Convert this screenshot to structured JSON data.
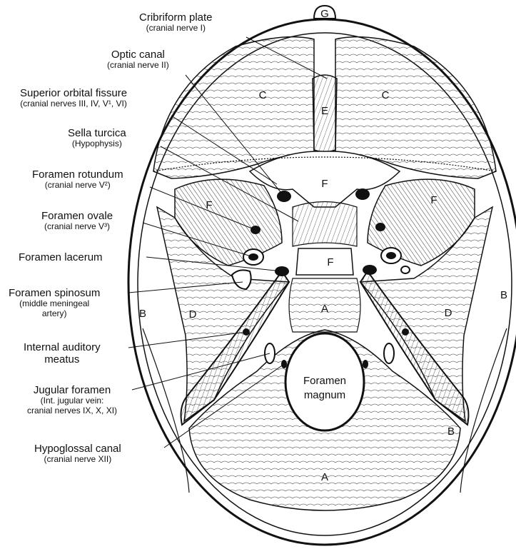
{
  "labels": {
    "cribriform": {
      "main": "Cribriform plate",
      "sub": "(cranial nerve I)"
    },
    "optic": {
      "main": "Optic canal",
      "sub": "(cranial nerve II)"
    },
    "sup_orbital": {
      "main": "Superior orbital fissure",
      "sub": "(cranial nerves III, IV, V¹, VI)"
    },
    "sella": {
      "main": "Sella turcica",
      "sub": "(Hypophysis)"
    },
    "rotundum": {
      "main": "Foramen rotundum",
      "sub": "(cranial nerve V²)"
    },
    "ovale": {
      "main": "Foramen ovale",
      "sub": "(cranial nerve V³)"
    },
    "lacerum": {
      "main": "Foramen lacerum",
      "sub": ""
    },
    "spinosum": {
      "main": "Foramen spinosum",
      "sub": "(middle meningeal",
      "sub2": "artery)"
    },
    "auditory": {
      "main": "Internal auditory",
      "sub": "meatus"
    },
    "jugular": {
      "main": "Jugular foramen",
      "sub": "(Int. jugular vein:",
      "sub2": "cranial nerves IX, X, XI)"
    },
    "hypoglossal": {
      "main": "Hypoglossal canal",
      "sub": "(cranial nerve XII)"
    }
  },
  "bone_letters": {
    "G": "G",
    "C": "C",
    "E": "E",
    "F": "F",
    "A": "A",
    "B": "B",
    "D": "D"
  },
  "foramen_magnum": {
    "line1": "Foramen",
    "line2": "magnum"
  }
}
